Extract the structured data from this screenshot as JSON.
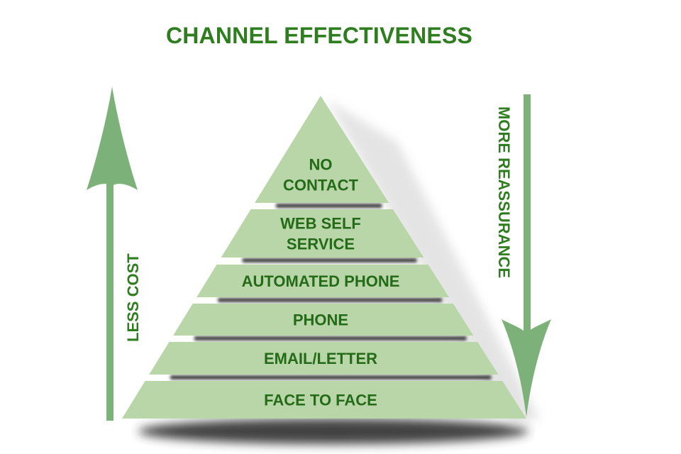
{
  "title": "CHANNEL EFFECTIVENESS",
  "left_arrow": {
    "label": "LESS COST",
    "direction": "up",
    "icon": "arrow-up-icon"
  },
  "right_arrow": {
    "label": "MORE REASSURANCE",
    "direction": "down",
    "icon": "arrow-down-icon"
  },
  "colors": {
    "tier_fill": "#b9d6a8",
    "arrow_fill": "#7db17a",
    "text": "#246b18",
    "shadow": "#3a3a3a"
  },
  "tiers": [
    {
      "lines": [
        "NO",
        "CONTACT"
      ]
    },
    {
      "lines": [
        "WEB SELF",
        "SERVICE"
      ]
    },
    {
      "lines": [
        "AUTOMATED PHONE"
      ]
    },
    {
      "lines": [
        "PHONE"
      ]
    },
    {
      "lines": [
        "EMAIL/LETTER"
      ]
    },
    {
      "lines": [
        "FACE TO FACE"
      ]
    }
  ]
}
